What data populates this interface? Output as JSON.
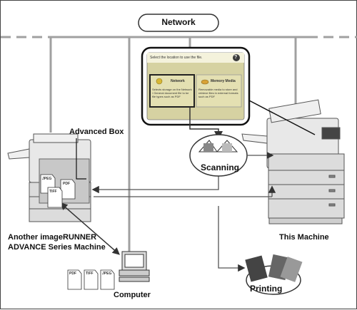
{
  "network": {
    "label": "Network"
  },
  "screen": {
    "prompt": "Select the location to use the file.",
    "help_glyph": "?",
    "network_button": {
      "title": "Network",
      "desc": "Selects storage on the Network / General document file to be file types such as PDF"
    },
    "memory_button": {
      "title": "Memory Media",
      "desc": "Removable media to store and retrieve files in external formats such as PDF"
    }
  },
  "labels": {
    "advanced_box": "Advanced Box",
    "scanning": "Scanning",
    "printing": "Printing",
    "another_machine_line1": "Another imageRUNNER",
    "another_machine_line2": "ADVANCE Series Machine",
    "this_machine": "This Machine",
    "computer": "Computer"
  },
  "file_formats": [
    "PDF",
    "TIFF",
    "JPEG"
  ],
  "colors": {
    "line": "#9a9a9a",
    "panel": "#d8d4a6",
    "screen_frame": "#1a1a1a",
    "button_border": "#2a2a2a"
  }
}
